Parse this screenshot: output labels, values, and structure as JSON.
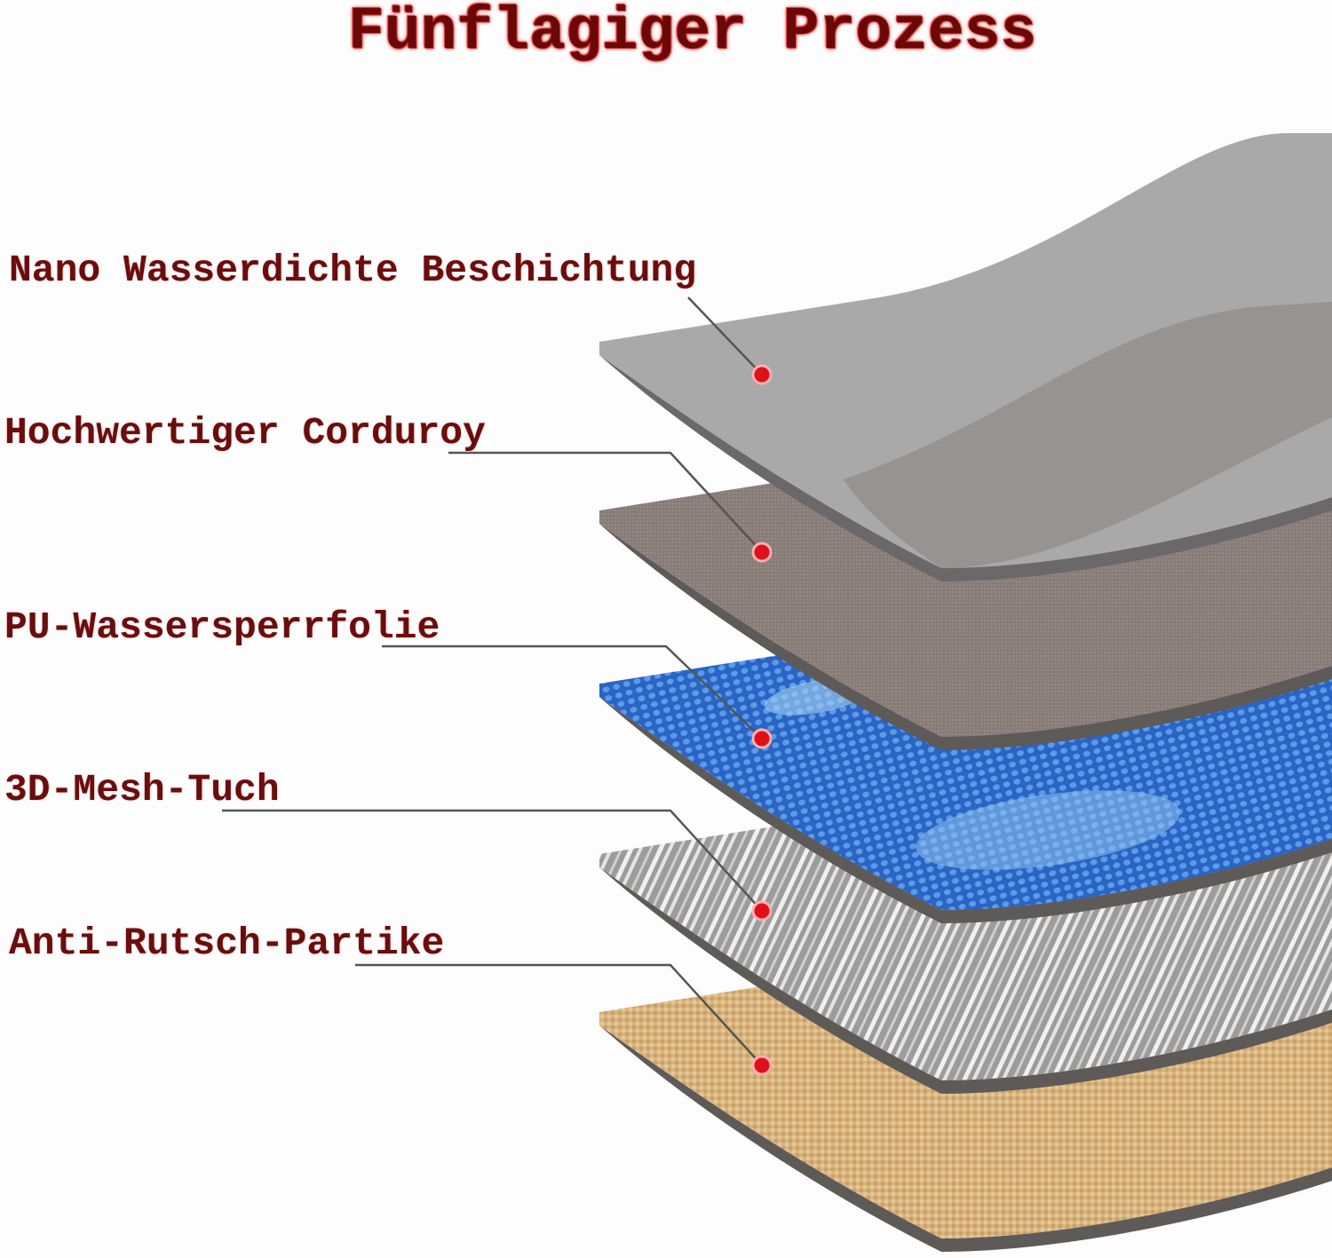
{
  "title": "Fünflagiger Prozess",
  "layers": [
    {
      "label": "Nano Wasserdichte Beschichtung",
      "color": "#a8a8a8"
    },
    {
      "label": "Hochwertiger Corduroy",
      "color": "#857a75"
    },
    {
      "label": "PU-Wassersperrfolie",
      "color": "#2f6fd0"
    },
    {
      "label": "3D-Mesh-Tuch",
      "color": "#b4b4b4"
    },
    {
      "label": "Anti-Rutsch-Partike",
      "color": "#d6b27c"
    }
  ],
  "colors": {
    "title": "#6a0808",
    "marker": "#e0101a",
    "edge": "#5e5a58",
    "leader": "#555555"
  }
}
